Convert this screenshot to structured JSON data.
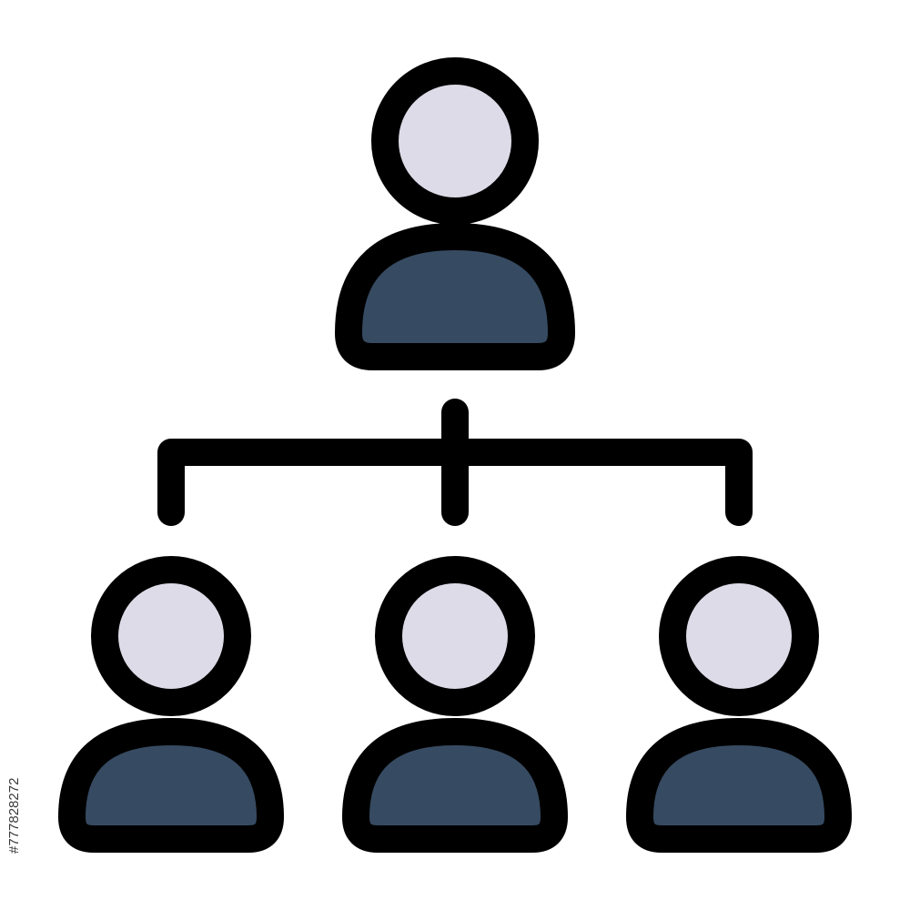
{
  "icon": {
    "semantic": "organization-hierarchy-icon",
    "nodes": [
      "top-person",
      "bottom-person-left",
      "bottom-person-center",
      "bottom-person-right"
    ],
    "colors": {
      "outline": "#000000",
      "head_fill": "#dddbe8",
      "body_fill": "#364a61",
      "background": "#ffffff"
    }
  },
  "stock_id": "#777828272"
}
